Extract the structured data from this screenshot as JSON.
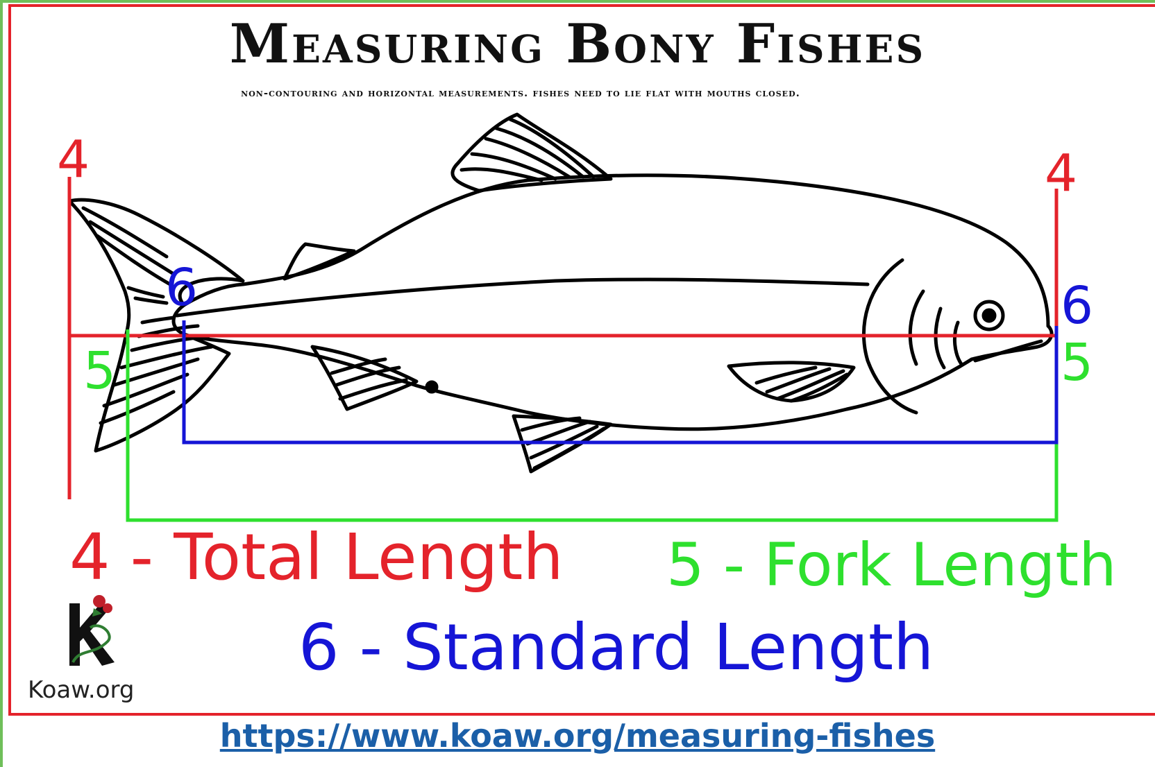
{
  "title": "Measuring Bony Fishes",
  "subtitle": "Non-contouring and horizontal measurements. Fishes need to lie flat with mouths closed.",
  "markers": {
    "total_left": "4",
    "total_right": "4",
    "fork_left": "5",
    "fork_right": "5",
    "standard_left": "6",
    "standard_right": "6"
  },
  "legend": {
    "total": "4 - Total Length",
    "fork": "5 - Fork Length",
    "standard": "6 - Standard Length"
  },
  "logo_text": "Koaw.org",
  "url": "https://www.koaw.org/measuring-fishes",
  "colors": {
    "total": "#e4232b",
    "fork": "#2ee02e",
    "standard": "#1515d6",
    "frame": "#e4232b",
    "url": "#1b5fa8"
  }
}
